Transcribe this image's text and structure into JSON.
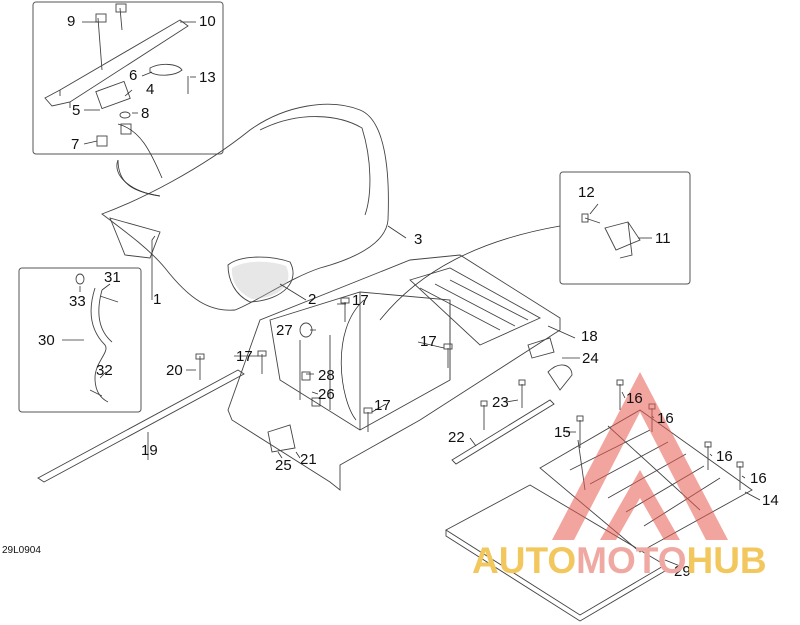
{
  "diagram_code": "29L0904",
  "parts": [
    {
      "id": "p1",
      "label": "1"
    },
    {
      "id": "p2",
      "label": "2"
    },
    {
      "id": "p3",
      "label": "3"
    },
    {
      "id": "p4",
      "label": "4"
    },
    {
      "id": "p5",
      "label": "5"
    },
    {
      "id": "p6",
      "label": "6"
    },
    {
      "id": "p7",
      "label": "7"
    },
    {
      "id": "p8",
      "label": "8"
    },
    {
      "id": "p9",
      "label": "9"
    },
    {
      "id": "p10",
      "label": "10"
    },
    {
      "id": "p11",
      "label": "11"
    },
    {
      "id": "p12",
      "label": "12"
    },
    {
      "id": "p13",
      "label": "13"
    },
    {
      "id": "p14",
      "label": "14"
    },
    {
      "id": "p15",
      "label": "15"
    },
    {
      "id": "p16",
      "label": "16"
    },
    {
      "id": "p17",
      "label": "17"
    },
    {
      "id": "p18",
      "label": "18"
    },
    {
      "id": "p19",
      "label": "19"
    },
    {
      "id": "p20",
      "label": "20"
    },
    {
      "id": "p21",
      "label": "21"
    },
    {
      "id": "p22",
      "label": "22"
    },
    {
      "id": "p23",
      "label": "23"
    },
    {
      "id": "p24",
      "label": "24"
    },
    {
      "id": "p25",
      "label": "25"
    },
    {
      "id": "p26",
      "label": "26"
    },
    {
      "id": "p27",
      "label": "27"
    },
    {
      "id": "p28",
      "label": "28"
    },
    {
      "id": "p29",
      "label": "29"
    },
    {
      "id": "p30",
      "label": "30"
    },
    {
      "id": "p31",
      "label": "31"
    },
    {
      "id": "p32",
      "label": "32"
    },
    {
      "id": "p33",
      "label": "33"
    }
  ],
  "watermark": {
    "part1": "AUTO",
    "part2": "MOTO",
    "part3": "HUB",
    "color_primary": "#f2c85e",
    "color_secondary": "#f0a9a2"
  },
  "colors": {
    "line": "#333333",
    "box": "#555555"
  }
}
